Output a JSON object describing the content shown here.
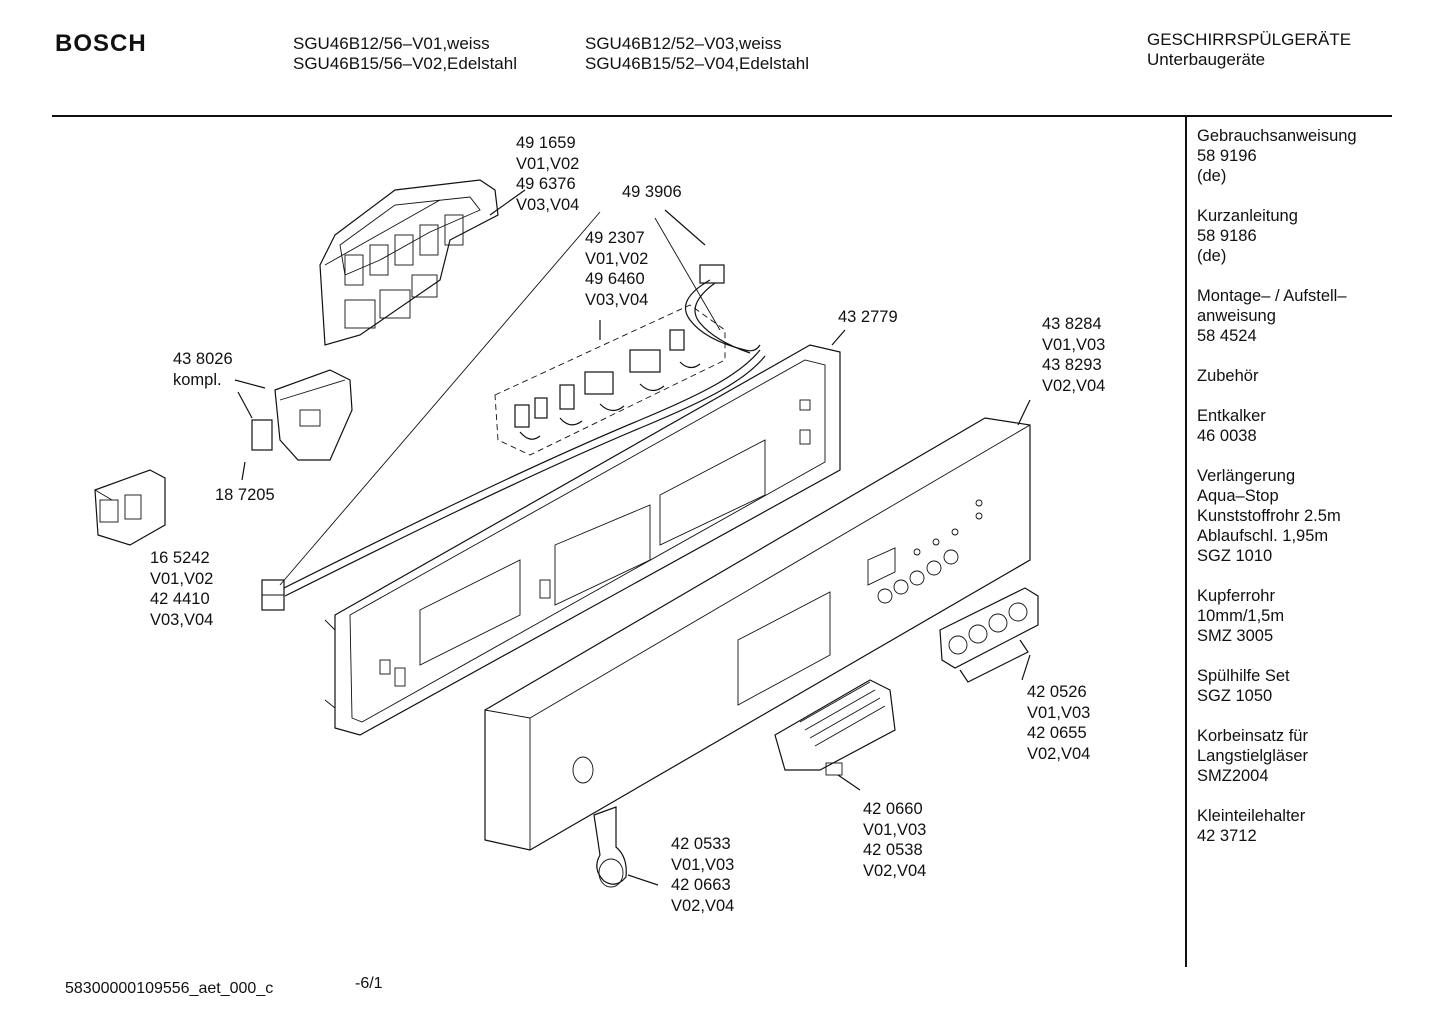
{
  "header": {
    "brand": "BOSCH",
    "models_col1": [
      "SGU46B12/56–V01,weiss",
      "SGU46B15/56–V02,Edelstahl"
    ],
    "models_col2": [
      "SGU46B12/52–V03,weiss",
      "SGU46B15/52–V04,Edelstahl"
    ],
    "category": [
      "GESCHIRRSPÜLGERÄTE",
      "Unterbaugeräte"
    ]
  },
  "part_labels": {
    "p491659": [
      "49 1659",
      "V01,V02",
      "49 6376",
      "V03,V04"
    ],
    "p493906": [
      "49 3906"
    ],
    "p492307": [
      "49 2307",
      "V01,V02",
      "49 6460",
      "V03,V04"
    ],
    "p432779": [
      "43 2779"
    ],
    "p438284": [
      "43 8284",
      "V01,V03",
      "43 8293",
      "V02,V04"
    ],
    "p438026": [
      "43 8026",
      "kompl."
    ],
    "p187205": [
      "18 7205"
    ],
    "p165242": [
      "16 5242",
      "V01,V02",
      "42 4410",
      "V03,V04"
    ],
    "p420526": [
      "42 0526",
      "V01,V03",
      "42 0655",
      "V02,V04"
    ],
    "p420660": [
      "42 0660",
      "V01,V03",
      "42 0538",
      "V02,V04"
    ],
    "p420533": [
      "42 0533",
      "V01,V03",
      "42 0663",
      "V02,V04"
    ]
  },
  "sidebar": {
    "groups": [
      [
        "Gebrauchsanweisung",
        "58 9196",
        "(de)"
      ],
      [
        "Kurzanleitung",
        "58 9186",
        "(de)"
      ],
      [
        "Montage– / Aufstell–",
        "anweisung",
        "58 4524"
      ],
      [
        "Zubehör"
      ],
      [
        "Entkalker",
        "46 0038"
      ],
      [
        "Verlängerung",
        "Aqua–Stop",
        "Kunststoffrohr 2.5m",
        "Ablaufschl. 1,95m",
        "SGZ 1010"
      ],
      [
        "Kupferrohr",
        "10mm/1,5m",
        "SMZ 3005"
      ],
      [
        "Spülhilfe Set",
        "SGZ 1050"
      ],
      [
        "Korbeinsatz für",
        "Langstielgläser",
        "SMZ2004"
      ],
      [
        "Kleinteilehalter",
        "42 3712"
      ]
    ]
  },
  "footer": {
    "doc_id": "58300000109556_aet_000_c",
    "page": "-6/1"
  }
}
